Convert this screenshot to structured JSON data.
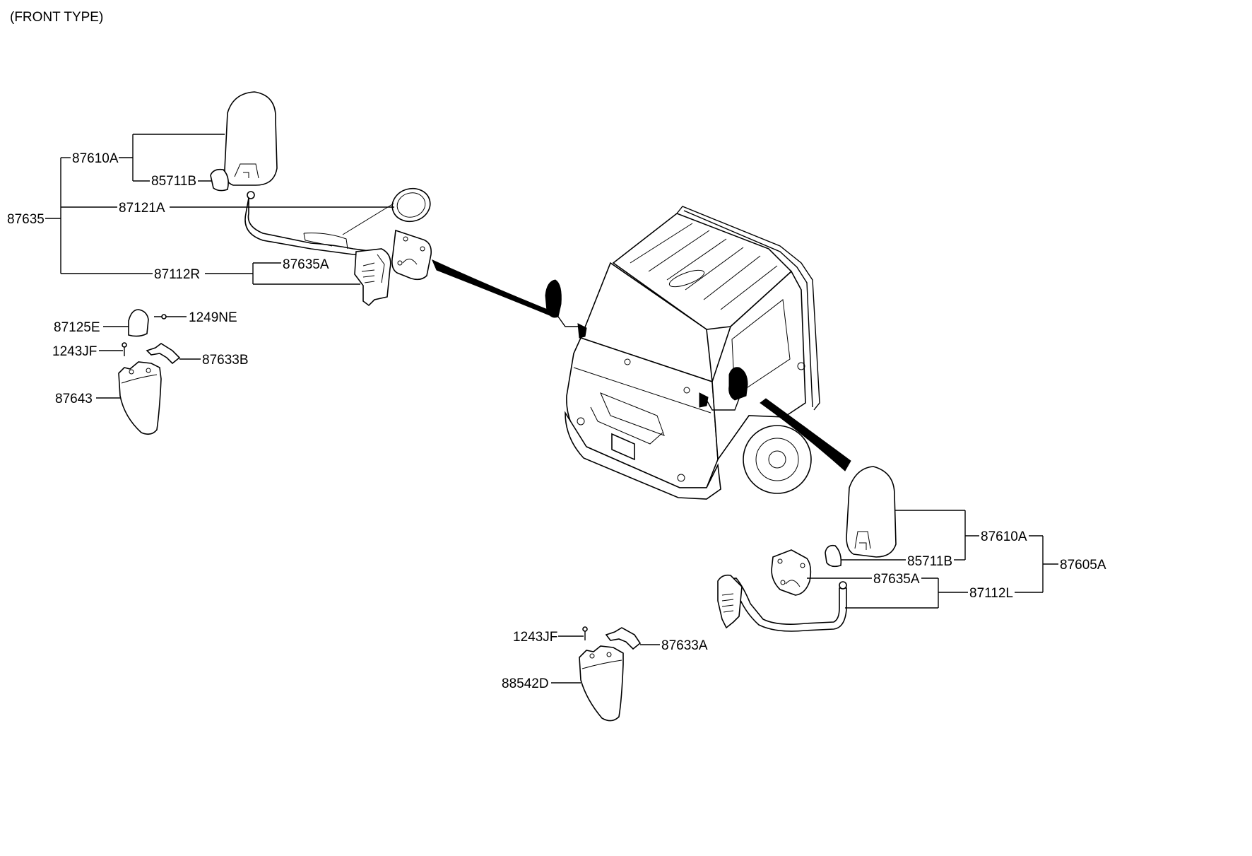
{
  "header": {
    "title": "(FRONT TYPE)"
  },
  "left_assembly": {
    "assembly": "87635",
    "mirror_head": "87610A",
    "mirror_glass": "85711B",
    "convex_mirror": "87121A",
    "stay_bracket": "87112R",
    "base_plate": "87635A",
    "cap": "87125E",
    "cap_screw": "1249NE",
    "bolt": "1243JF",
    "bracket": "87633B",
    "cover": "87643"
  },
  "right_assembly": {
    "assembly": "87605A",
    "mirror_head": "87610A",
    "mirror_glass": "85711B",
    "base_plate": "87635A",
    "stay_bracket": "87112L",
    "bolt": "1243JF",
    "bracket": "87633A",
    "cover": "88542D"
  },
  "colors": {
    "line": "#000000",
    "background": "#ffffff"
  }
}
